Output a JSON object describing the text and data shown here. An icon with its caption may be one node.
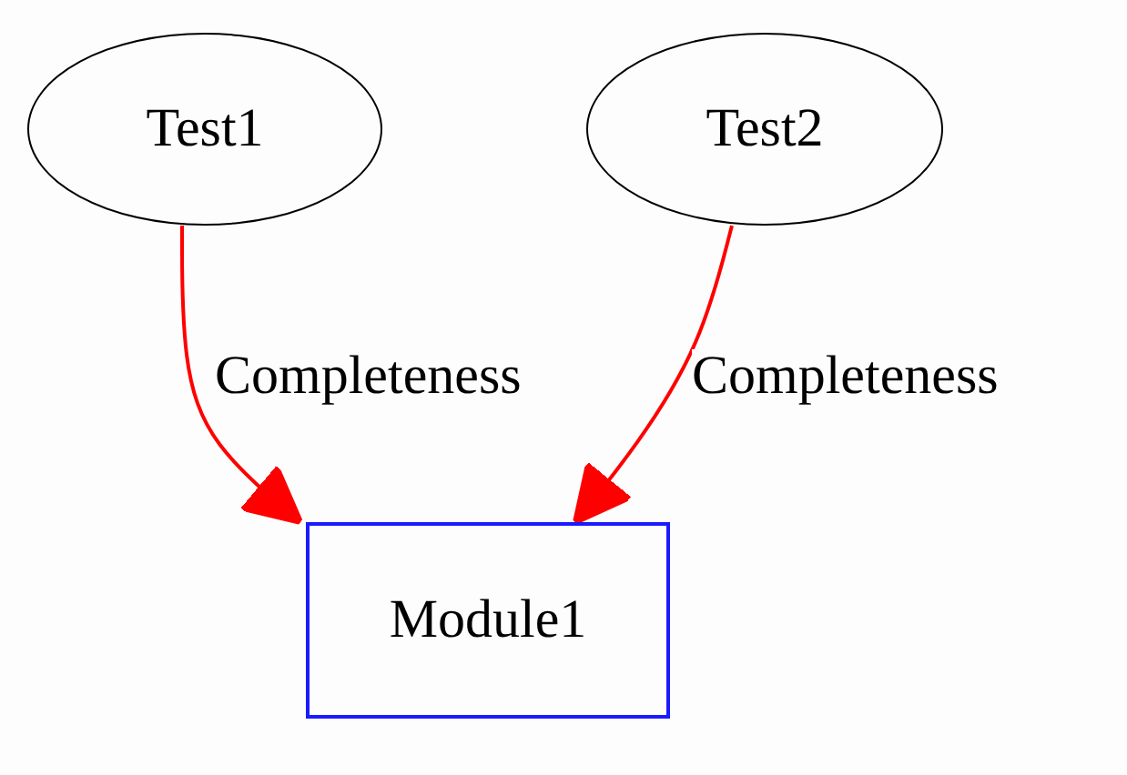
{
  "diagram": {
    "nodes": [
      {
        "text": [
          "Test1"
        ]
      },
      {
        "text": [
          "Test2"
        ]
      },
      {
        "text": [
          "Module1"
        ]
      }
    ],
    "edges": [
      {
        "from": 0,
        "to": 2,
        "arrow": "to",
        "label": "Completeness"
      },
      {
        "from": 1,
        "to": 2,
        "arrow": "to",
        "label": "Completeness"
      }
    ]
  }
}
